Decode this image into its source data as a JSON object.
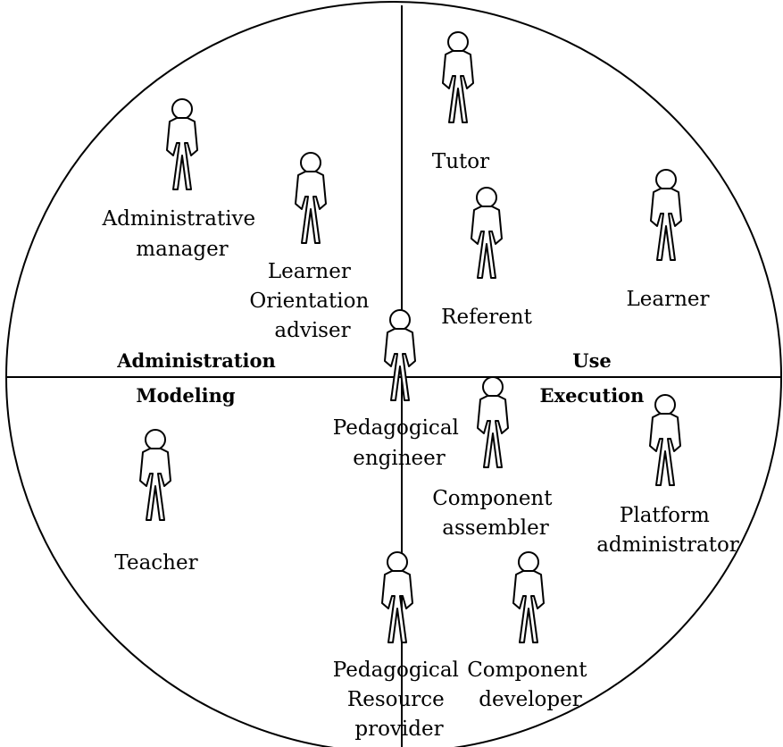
{
  "quadrants": {
    "administration": "Administration",
    "use": "Use",
    "modeling": "Modeling",
    "execution": "Execution"
  },
  "actors": {
    "tutor": [
      "Tutor"
    ],
    "administrative_manager": [
      "Administrative",
      "manager"
    ],
    "learner_orientation_adviser": [
      "Learner",
      "Orientation",
      "adviser"
    ],
    "referent": [
      "Referent"
    ],
    "learner": [
      "Learner"
    ],
    "pedagogical_engineer": [
      "Pedagogical",
      "engineer"
    ],
    "component_assembler": [
      "Component",
      "assembler"
    ],
    "platform_administrator": [
      "Platform",
      "administrator"
    ],
    "teacher": [
      "Teacher"
    ],
    "pedagogical_resource_provider": [
      "Pedagogical",
      "Resource",
      "provider"
    ],
    "component_developer": [
      "Component",
      "developer"
    ]
  },
  "colors": {
    "stroke": "#000000",
    "background": "#ffffff"
  }
}
